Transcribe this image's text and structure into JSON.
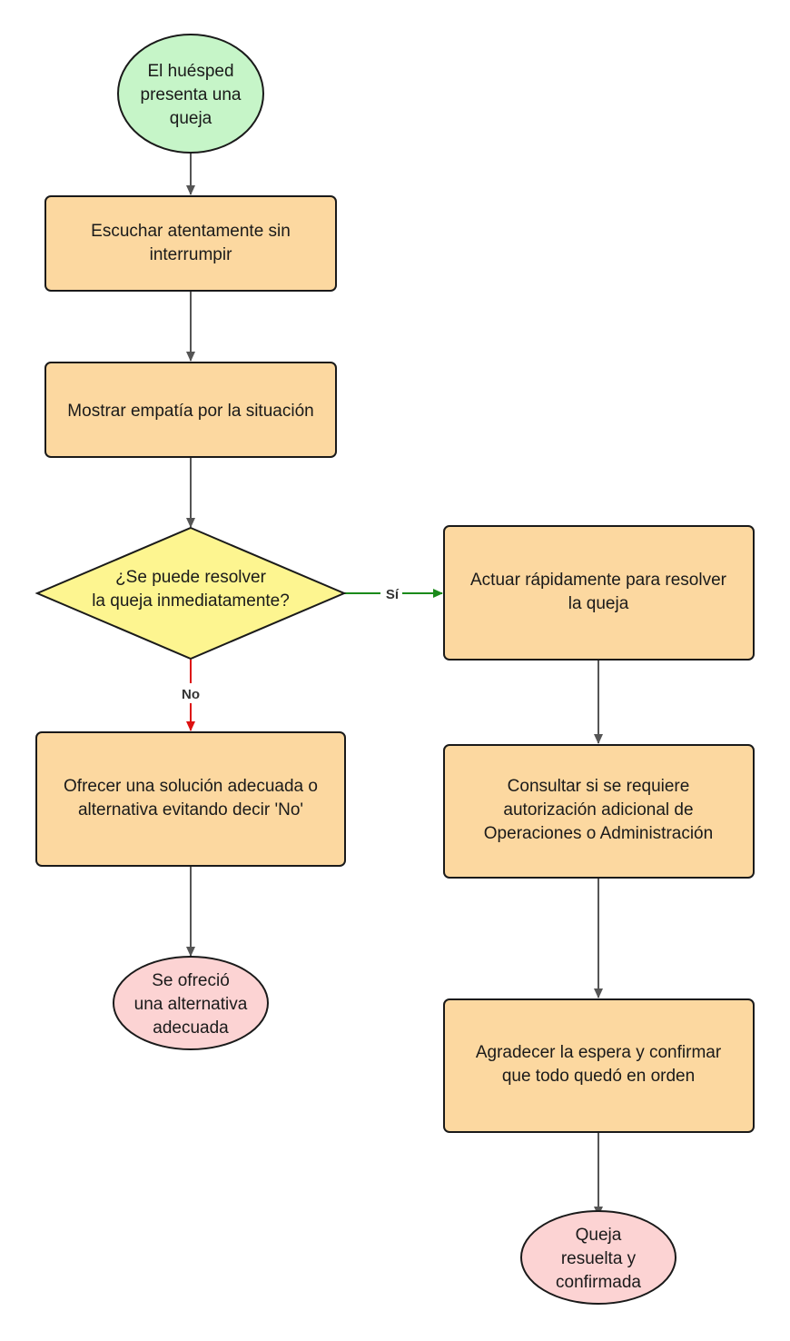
{
  "colors": {
    "start_fill": "#c6f5c8",
    "process_fill": "#fcd8a0",
    "decision_fill": "#fdf590",
    "end_fill": "#fcd3d3",
    "stroke": "#1a1a1a",
    "arrow_default": "#555555",
    "arrow_yes": "#1a8a1a",
    "arrow_no": "#dd1111"
  },
  "nodes": {
    "start": [
      "El huésped",
      "presenta una",
      "queja"
    ],
    "listen": [
      "Escuchar atentamente sin",
      "interrumpir"
    ],
    "empathy": [
      "Mostrar empatía por la situación"
    ],
    "decision": [
      "¿Se puede resolver",
      "la queja inmediatamente?"
    ],
    "act": [
      "Actuar rápidamente para resolver",
      "la queja"
    ],
    "consult": [
      "Consultar si se requiere",
      "autorización adicional de",
      "Operaciones o Administración"
    ],
    "thank": [
      "Agradecer la espera y confirmar",
      "que todo quedó en orden"
    ],
    "offer": [
      "Ofrecer una solución adecuada o",
      "alternativa evitando decir 'No'"
    ],
    "end_alt": [
      "Se ofreció",
      "una alternativa",
      "adecuada"
    ],
    "end_resolved": [
      "Queja",
      "resuelta y",
      "confirmada"
    ]
  },
  "edges": {
    "yes_label": "Sí",
    "no_label": "No"
  }
}
